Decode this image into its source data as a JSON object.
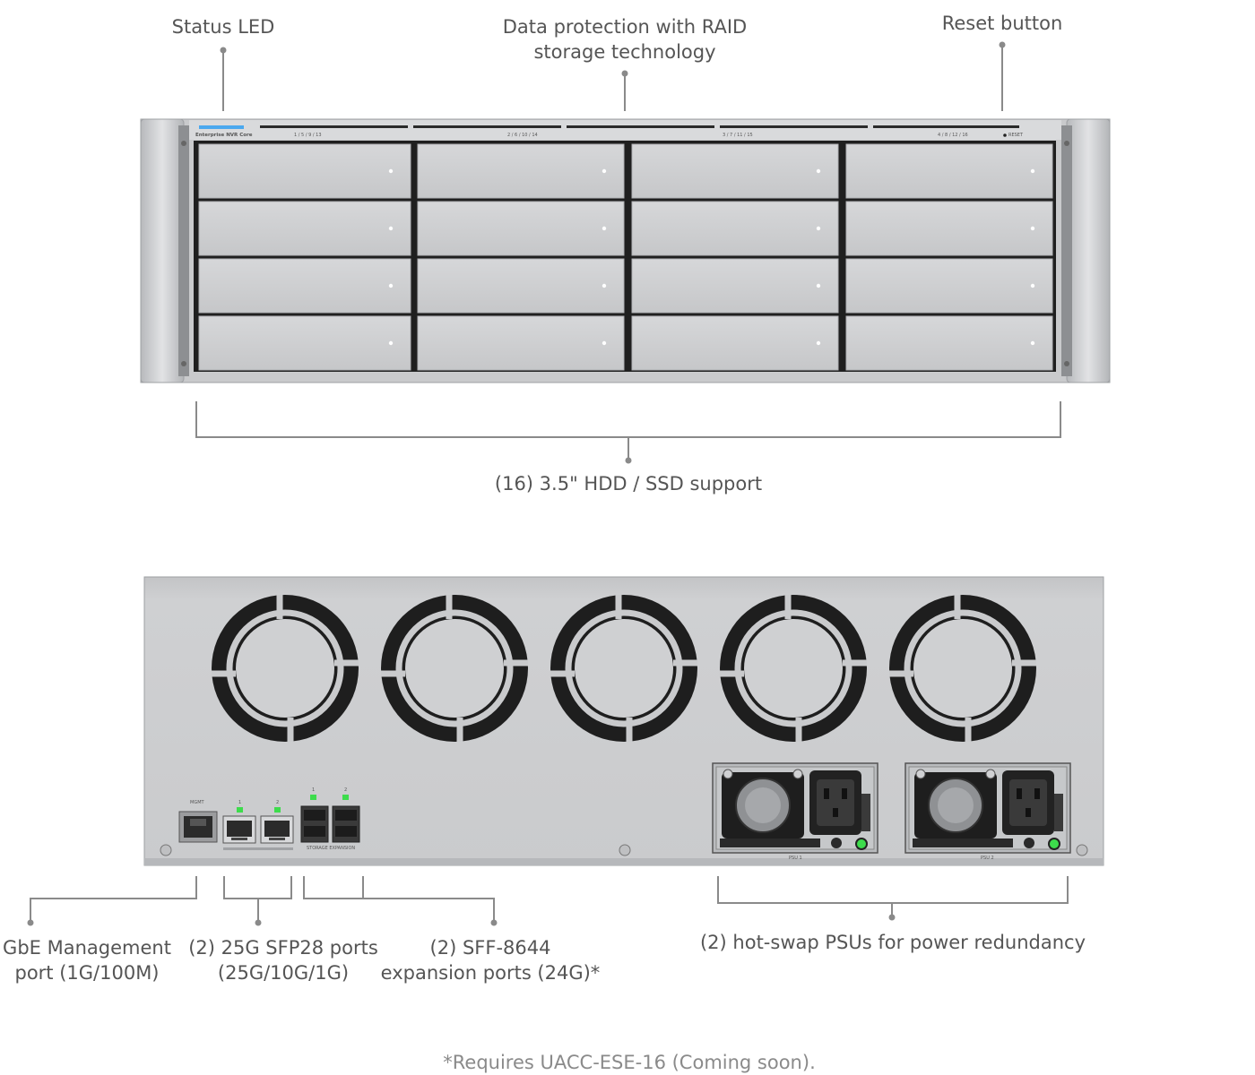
{
  "front": {
    "callouts": {
      "status_led": "Status LED",
      "raid": "Data protection with RAID\nstorage technology",
      "reset": "Reset button",
      "bays": "(16) 3.5\" HDD / SSD support"
    },
    "panel": {
      "model": "Enterprise NVR Core",
      "bay_groups": [
        "1 / 5 / 9 / 13",
        "2 / 6 / 10 / 14",
        "3 / 7 / 11 / 15",
        "4 / 8 / 12 / 16"
      ],
      "reset_label": "RESET"
    },
    "drive_bays": 16
  },
  "rear": {
    "callouts": {
      "mgmt": "GbE Management\nport (1G/100M)",
      "sfp": "(2) 25G SFP28 ports\n(25G/10G/1G)",
      "sff": "(2) SFF-8644\nexpansion ports (24G)*",
      "psu": "(2) hot-swap PSUs for power redundancy"
    },
    "panel": {
      "mgmt_label": "MGMT",
      "sfp_numbers": [
        "1",
        "2"
      ],
      "sff_numbers": [
        "1",
        "2"
      ],
      "storage_expansion_label": "STORAGE EXPANSION",
      "psu_labels": [
        "PSU 1",
        "PSU 2"
      ]
    },
    "fans": 5
  },
  "footnote": "*Requires UACC-ESE-16 (Coming soon).",
  "colors": {
    "chassis": "#cfd0d2",
    "chassis_dark": "#a9abae",
    "led_blue": "#4aa8ee",
    "led_green": "#3ddc4c",
    "callout_line": "#8a8a8a",
    "text": "#555555"
  }
}
